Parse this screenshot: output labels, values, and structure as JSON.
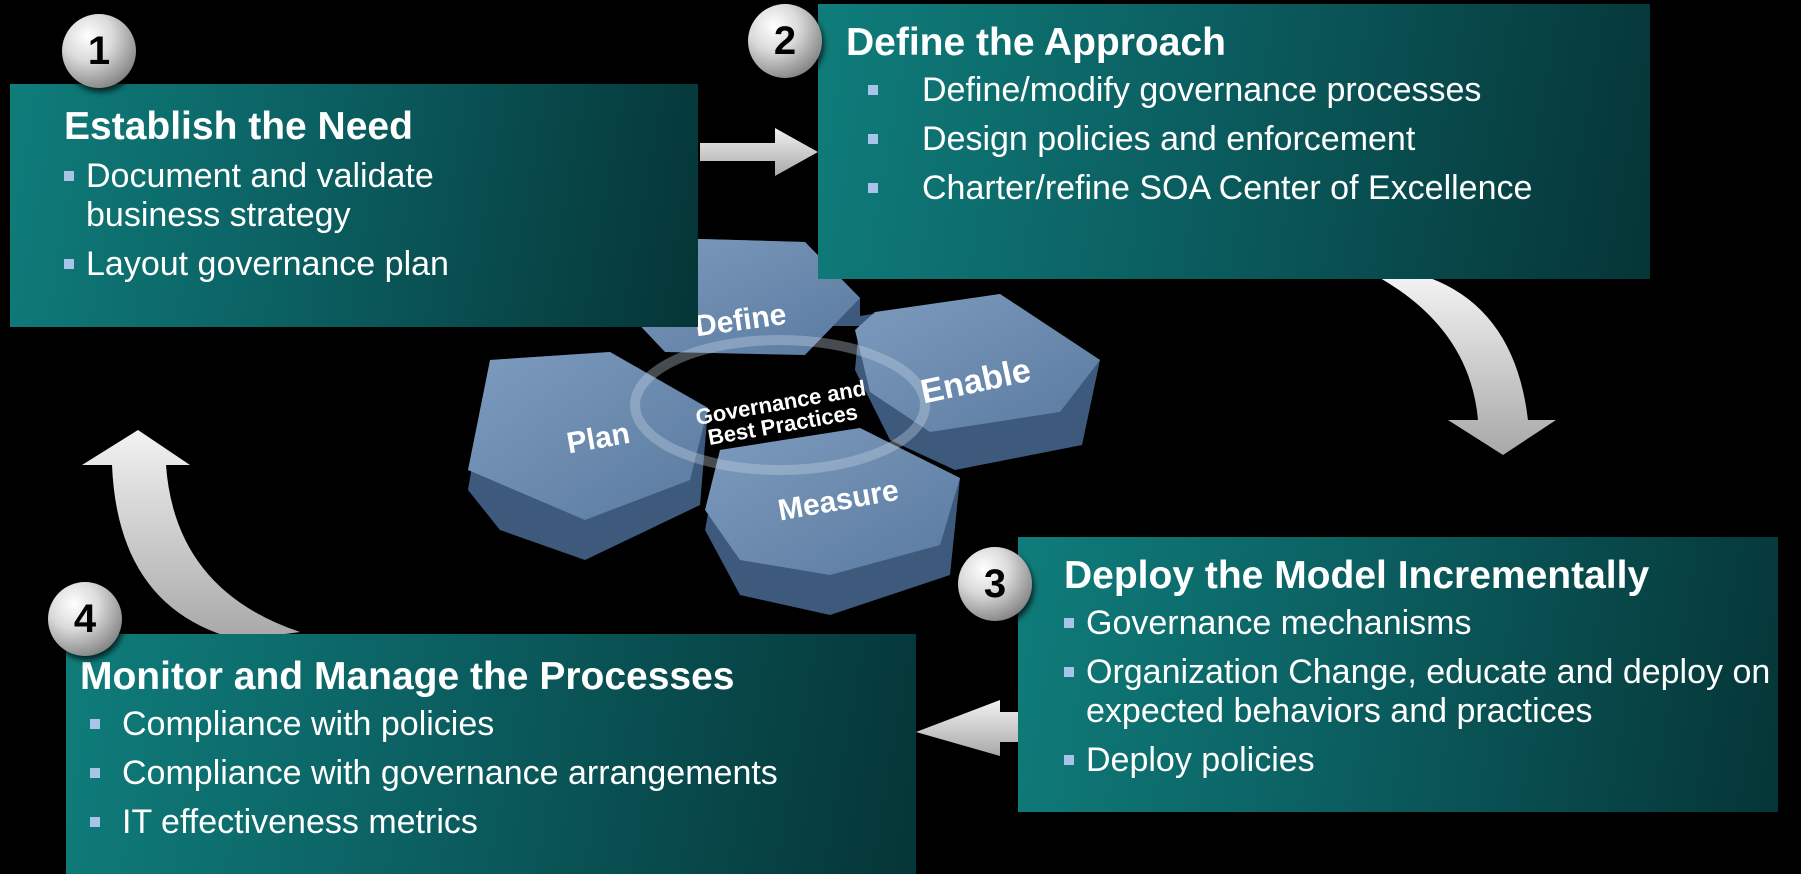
{
  "steps": [
    {
      "number": "1",
      "title": "Establish the Need",
      "items": [
        "Document and validate business strategy",
        "Layout governance plan"
      ]
    },
    {
      "number": "2",
      "title": "Define the Approach",
      "items": [
        "Define/modify governance processes",
        "Design policies and enforcement",
        "Charter/refine SOA Center of Excellence"
      ]
    },
    {
      "number": "3",
      "title": "Deploy the Model Incrementally",
      "items": [
        "Governance mechanisms",
        "Organization Change, educate and deploy on expected behaviors and practices",
        "Deploy policies"
      ]
    },
    {
      "number": "4",
      "title": "Monitor and Manage the Processes",
      "items": [
        "Compliance with policies",
        "Compliance with governance arrangements",
        "IT effectiveness metrics"
      ]
    }
  ],
  "hexagons": {
    "define": "Define",
    "enable": "Enable",
    "plan": "Plan",
    "measure": "Measure",
    "center_line1": "Governance and",
    "center_line2": "Best Practices"
  },
  "colors": {
    "panel": "#0b5e60",
    "hexagon": "#5e7fa3",
    "arrow": "#cfcfcf",
    "bullet": "#a8c4e8"
  }
}
